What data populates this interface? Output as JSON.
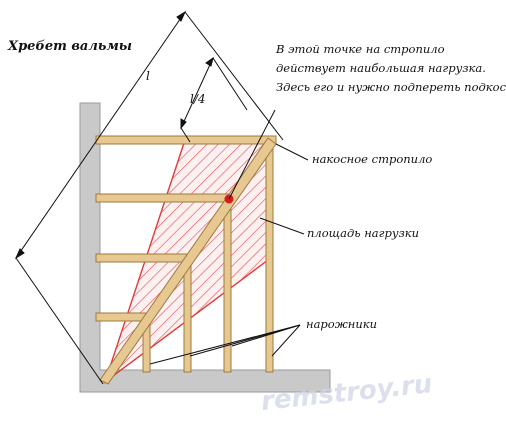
{
  "title": "Хребет вальмы",
  "dimensions": {
    "full_length": "l",
    "quarter_length": "l/4"
  },
  "note_lines": [
    "В этой точке на стропило",
    "действует наибольшая нагрузка.",
    "Здесь его и нужно подпереть подкосом"
  ],
  "labels": {
    "rafter": "накосное стропило",
    "load_area": "площадь нагрузки",
    "short_rafters": "нарожники"
  },
  "watermark": "remstroy.ru",
  "colors": {
    "wall": "#c9c9c9",
    "wall_edge": "#9a9a9a",
    "timber": "#e8c891",
    "timber_edge": "#9c7a3e",
    "load": "#e23a3a",
    "point": "#d81a1a"
  }
}
